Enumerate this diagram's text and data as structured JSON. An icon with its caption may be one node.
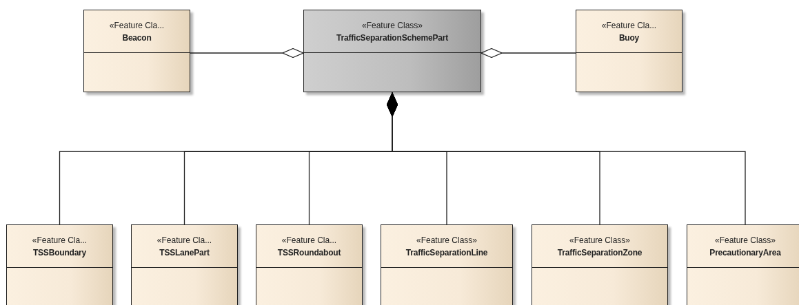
{
  "diagram": {
    "nodes": [
      {
        "text": [
          "«Feature Cla...",
          "Beacon"
        ]
      },
      {
        "text": [
          "«Feature Class»",
          "TrafficSeparationSchemePart"
        ]
      },
      {
        "text": [
          "«Feature Cla...",
          "Buoy"
        ]
      },
      {
        "text": [
          "«Feature Cla...",
          "TSSBoundary"
        ]
      },
      {
        "text": [
          "«Feature Cla...",
          "TSSLanePart"
        ]
      },
      {
        "text": [
          "«Feature Cla...",
          "TSSRoundabout"
        ]
      },
      {
        "text": [
          "«Feature Class»",
          "TrafficSeparationLine"
        ]
      },
      {
        "text": [
          "«Feature Class»",
          "TrafficSeparationZone"
        ]
      },
      {
        "text": [
          "«Feature Class»",
          "PrecautionaryArea"
        ]
      }
    ],
    "edges": [
      {
        "from": 0,
        "to": 1,
        "arrow": "other"
      },
      {
        "from": 2,
        "to": 1,
        "arrow": "other"
      },
      {
        "from": 3,
        "to": 1,
        "arrow": "other"
      },
      {
        "from": 4,
        "to": 1,
        "arrow": "other"
      },
      {
        "from": 5,
        "to": 1,
        "arrow": "other"
      },
      {
        "from": 6,
        "to": 1,
        "arrow": "other"
      },
      {
        "from": 7,
        "to": 1,
        "arrow": "other"
      },
      {
        "from": 8,
        "to": 1,
        "arrow": "other"
      }
    ]
  }
}
